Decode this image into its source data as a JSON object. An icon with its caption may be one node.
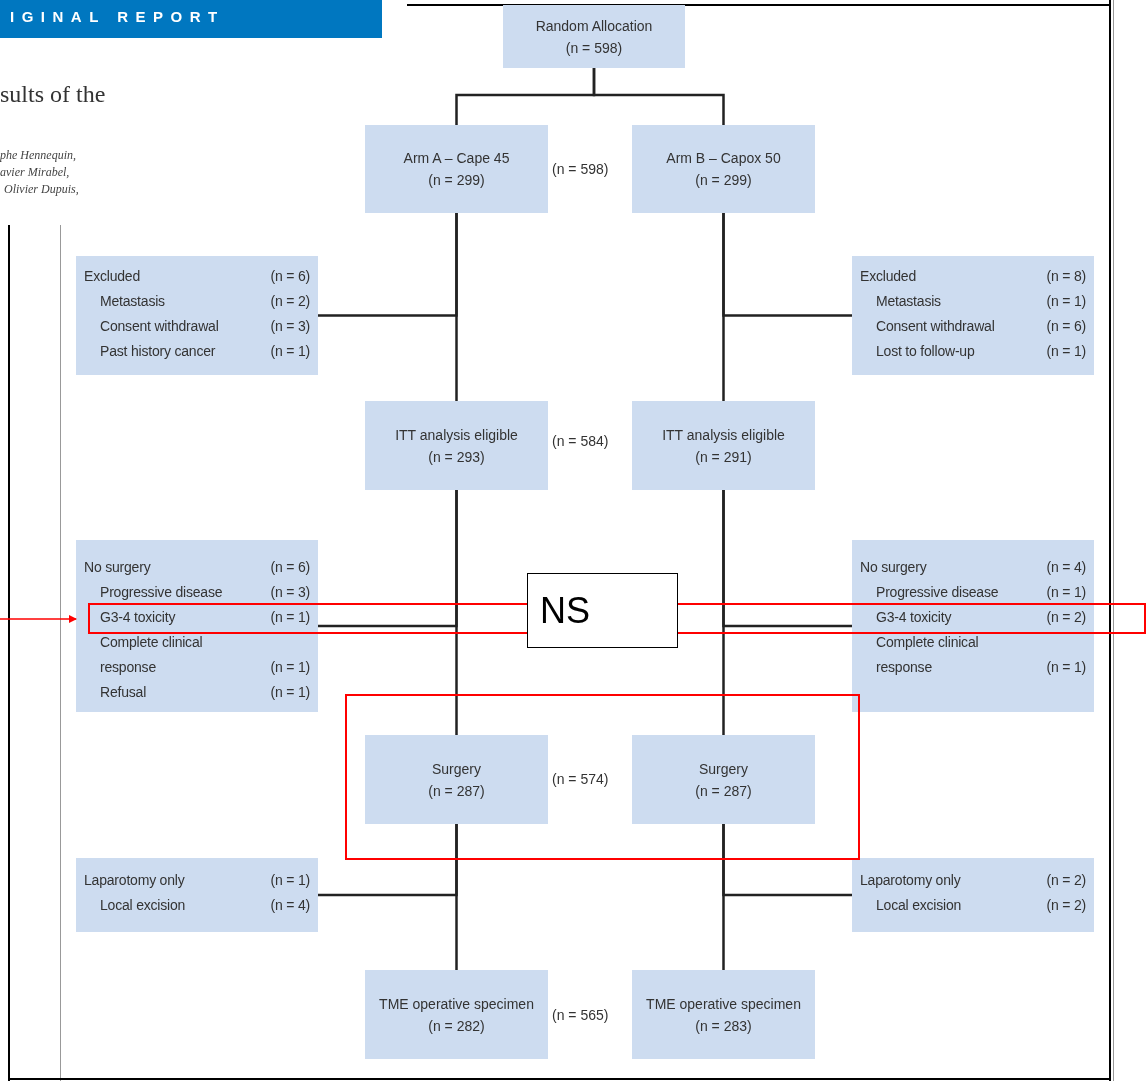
{
  "diagram": {
    "nodes": [
      {
        "text": [
          "Random Allocation",
          "(n = 598)"
        ]
      },
      {
        "text": [
          "Arm A – Cape 45",
          "(n = 299)"
        ]
      },
      {
        "text": [
          "Arm B – Capox 50",
          "(n = 299)"
        ]
      },
      {
        "text": [
          "Excluded",
          "(n = 6)",
          "Metastasis",
          "(n = 2)",
          "Consent withdrawal",
          "(n = 3)",
          "Past history cancer",
          "(n = 1)"
        ]
      },
      {
        "text": [
          "Excluded",
          "(n = 8)",
          "Metastasis",
          "(n = 1)",
          "Consent withdrawal",
          "(n = 6)",
          "Lost to follow-up",
          "(n = 1)"
        ]
      },
      {
        "text": [
          "ITT analysis eligible",
          "(n = 293)"
        ]
      },
      {
        "text": [
          "ITT analysis eligible",
          "(n = 291)"
        ]
      },
      {
        "text": [
          "No surgery",
          "(n = 6)",
          "Progressive disease",
          "(n = 3)",
          "G3-4 toxicity",
          "(n = 1)",
          "Complete clinical response",
          "(n = 1)",
          "Refusal",
          "(n = 1)"
        ]
      },
      {
        "text": [
          "No surgery",
          "(n = 4)",
          "Progressive disease",
          "(n = 1)",
          "G3-4 toxicity",
          "(n = 2)",
          "Complete clinical response",
          "(n = 1)"
        ]
      },
      {
        "text": [
          "Surgery",
          "(n = 287)"
        ]
      },
      {
        "text": [
          "Surgery",
          "(n = 287)"
        ]
      },
      {
        "text": [
          "Laparotomy only",
          "(n = 1)",
          "Local excision",
          "(n = 4)"
        ]
      },
      {
        "text": [
          "Laparotomy only",
          "(n = 2)",
          "Local excision",
          "(n = 2)"
        ]
      },
      {
        "text": [
          "TME operative specimen",
          "(n = 282)"
        ]
      },
      {
        "text": [
          "TME operative specimen",
          "(n = 283)"
        ]
      },
      {
        "text": [
          "NS"
        ]
      }
    ],
    "edges": [
      {
        "from": 0,
        "to": 1,
        "arrow": "none"
      },
      {
        "from": 0,
        "to": 2,
        "arrow": "none"
      },
      {
        "from": 1,
        "to": 3,
        "arrow": "none"
      },
      {
        "from": 1,
        "to": 5,
        "arrow": "none"
      },
      {
        "from": 2,
        "to": 4,
        "arrow": "none"
      },
      {
        "from": 2,
        "to": 6,
        "arrow": "none"
      },
      {
        "from": 5,
        "to": 7,
        "arrow": "none"
      },
      {
        "from": 5,
        "to": 9,
        "arrow": "none"
      },
      {
        "from": 6,
        "to": 8,
        "arrow": "none"
      },
      {
        "from": 6,
        "to": 10,
        "arrow": "none"
      },
      {
        "from": 9,
        "to": 11,
        "arrow": "none"
      },
      {
        "from": 9,
        "to": 13,
        "arrow": "none"
      },
      {
        "from": 10,
        "to": 12,
        "arrow": "none"
      },
      {
        "from": 10,
        "to": 14,
        "arrow": "none"
      },
      {
        "from": null,
        "to": 7,
        "arrow": "to",
        "color": "#ff0000"
      }
    ],
    "labels": [
      "IGINAL REPORT",
      "sults of the",
      "phe Hennequin,",
      "avier Mirabel,",
      "Olivier Dupuis,",
      "(n = 598)",
      "(n = 584)",
      "(n = 574)",
      "(n = 565)"
    ]
  }
}
